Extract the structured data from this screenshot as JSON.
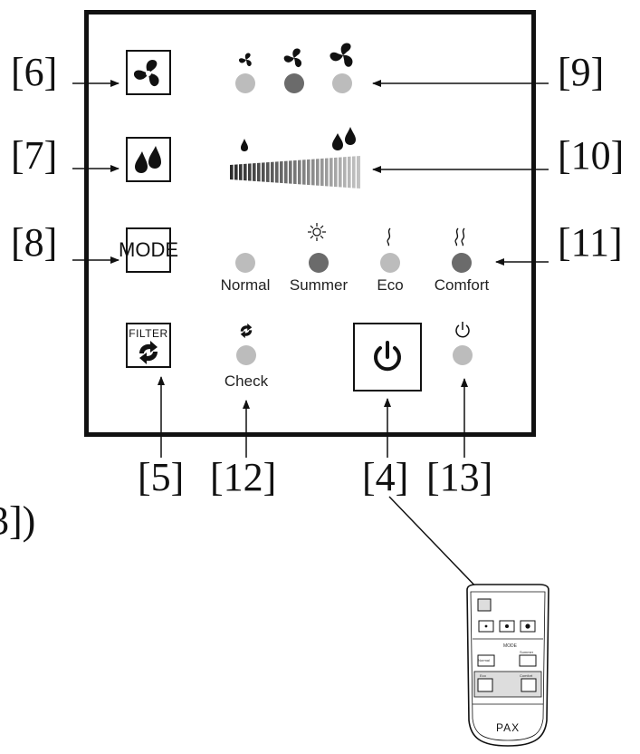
{
  "callouts": {
    "c6": "[6]",
    "c7": "[7]",
    "c8": "[8]",
    "c9": "[9]",
    "c10": "[10]",
    "c11": "[11]",
    "c5": "[5]",
    "c12": "[12]",
    "c4": "[4]",
    "c13": "[13]",
    "partial": "3])"
  },
  "panel": {
    "mode_button_label": "MODE",
    "filter_button_label": "FILTER",
    "mode_labels": [
      "Normal",
      "Summer",
      "Eco",
      "Comfort"
    ],
    "check_label": "Check",
    "fan_leds": [
      "off",
      "lit",
      "off"
    ],
    "mode_leds": [
      "off",
      "lit",
      "off",
      "lit"
    ],
    "check_led": "off",
    "power_led": "off"
  },
  "remote": {
    "mode_label": "MODE",
    "normal_label": "Normal",
    "summer_label": "Summer",
    "eco_label": "Eco",
    "comfort_label": "Comfort",
    "brand": "PAX"
  },
  "colors": {
    "line": "#111111",
    "led_lit": "#6b6b6b",
    "led_off": "#bcbcbc"
  }
}
